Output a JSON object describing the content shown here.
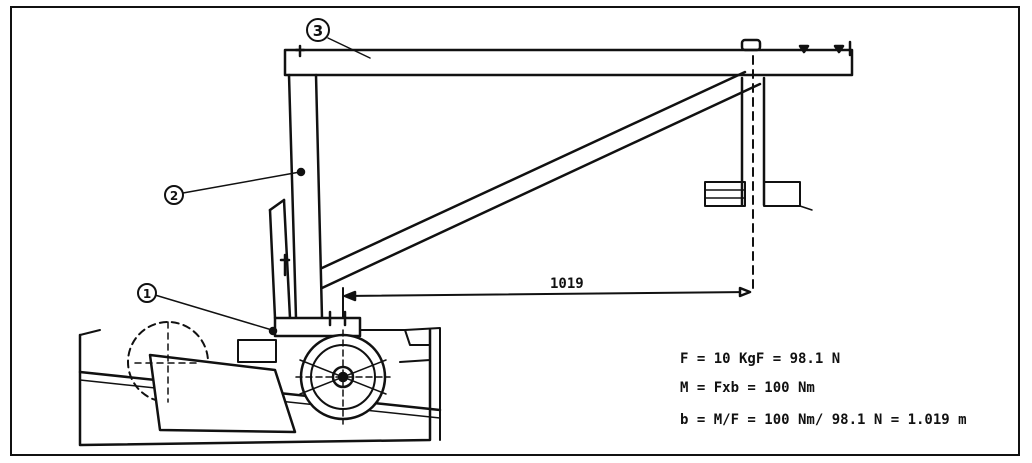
{
  "diagram": {
    "callouts": [
      {
        "id": "1",
        "label": "1"
      },
      {
        "id": "2",
        "label": "2"
      },
      {
        "id": "3",
        "label": "3"
      }
    ],
    "dimension": "1019",
    "equations": [
      "F = 10 KgF = 98.1 N",
      "M = Fxb = 100 Nm",
      "b = M/F = 100 Nm/ 98.1 N = 1.019 m"
    ]
  }
}
